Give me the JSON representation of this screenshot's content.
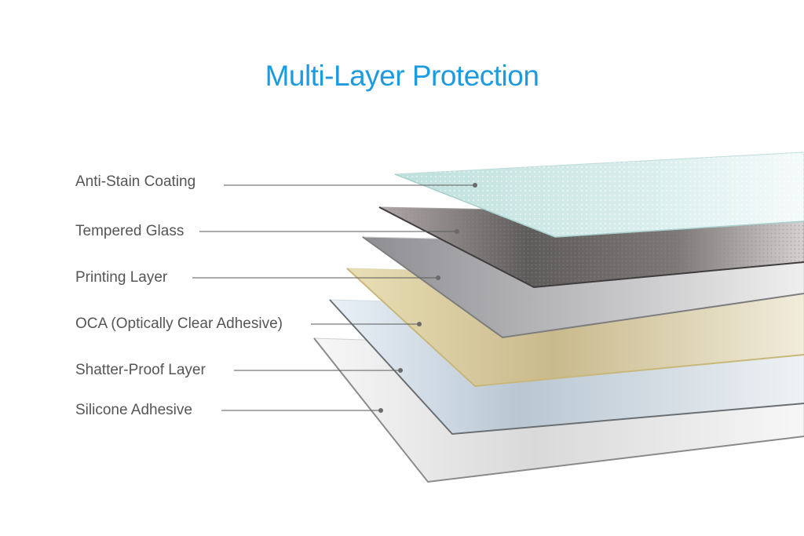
{
  "title": "Multi-Layer Protection",
  "colors": {
    "title": "#1d9be0",
    "label_text": "#555555",
    "leader_line": "#5a5a5a"
  },
  "layers": [
    {
      "name": "Anti-Stain Coating",
      "fill": "#d4ebe8"
    },
    {
      "name": "Tempered Glass",
      "fill": "#5d5c5c"
    },
    {
      "name": "Printing Layer",
      "fill": "#9a9a9c"
    },
    {
      "name": "OCA (Optically Clear Adhesive)",
      "fill": "#d8cb9e"
    },
    {
      "name": "Shatter-Proof Layer",
      "fill": "#c4d2de"
    },
    {
      "name": "Silicone Adhesive",
      "fill": "#e4e4e4"
    }
  ]
}
